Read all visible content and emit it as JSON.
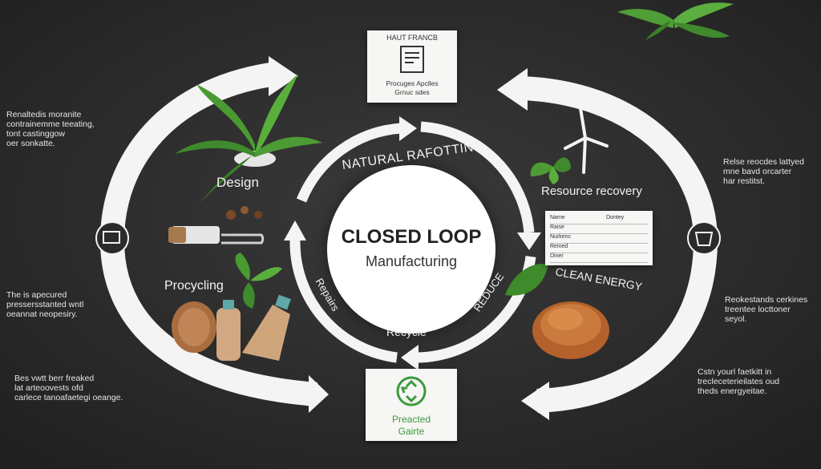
{
  "center": {
    "title": "CLOSED LOOP",
    "subtitle": "Manufacturing"
  },
  "stages": {
    "design": "Design",
    "natural": "NATURAL RAFOTTINT",
    "resource_recovery": "Resource recovery",
    "clean_energy": "CLEAN ENERGY",
    "reduce": "REDUCE",
    "recycle": "Recycle",
    "repairs": "Repairs",
    "procycling": "Procycling"
  },
  "cards": {
    "top": {
      "title": "HAUT FRANCB",
      "caption1": "Procuges Apclles",
      "caption2": "Grnuc sdes"
    },
    "bottom": {
      "line1": "Preacted",
      "line2": "Gairte"
    },
    "form": {
      "rows": [
        [
          "Name",
          "Dontey"
        ],
        [
          "Raise",
          ""
        ],
        [
          "Nurkenc",
          ""
        ],
        [
          "Reined",
          ""
        ],
        [
          "Diner",
          ""
        ]
      ]
    }
  },
  "side_notes": {
    "left_top": [
      "Renaltedis moranite",
      "contrainemme teeating,",
      "tont castinggow",
      "oer sonkatte."
    ],
    "left_mid": [
      "The is apecured",
      "pressersstanted wntl",
      "oeannat neopesiry."
    ],
    "left_bottom": [
      "Bes vwtt berr freaked",
      "lat arteoovests ofd",
      "carlece tanoafaetegi oeange."
    ],
    "right_top": [
      "Relse reocdes lattyed",
      "mne bavd orcarter",
      "har restitst."
    ],
    "right_mid": [
      "Reokestands cerkines",
      "treentee locttoner",
      "seyol."
    ],
    "right_bottom": [
      "Cstn yourl faetkitt in",
      "trecleceterieilates oud",
      "theds energyeitae."
    ]
  },
  "colors": {
    "background": "#2b2b2b",
    "arrow": "#f4f4f4",
    "accent_green": "#3c9a3c"
  }
}
